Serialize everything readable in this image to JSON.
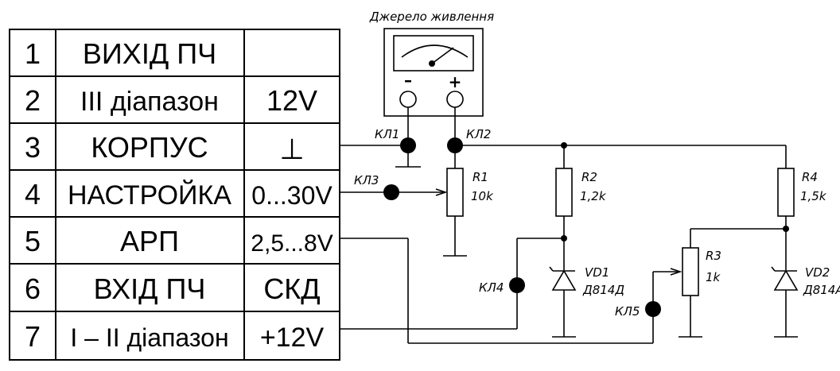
{
  "table": {
    "rows": [
      {
        "num": "1",
        "name": "ВИХІД ПЧ",
        "value": ""
      },
      {
        "num": "2",
        "name": "III діапазон",
        "value": "12V"
      },
      {
        "num": "3",
        "name": "КОРПУС",
        "value": "⊥"
      },
      {
        "num": "4",
        "name": "НАСТРОЙКА",
        "value": "0...30V"
      },
      {
        "num": "5",
        "name": "АРП",
        "value": "2,5...8V"
      },
      {
        "num": "6",
        "name": "ВХІД ПЧ",
        "value": "СКД"
      },
      {
        "num": "7",
        "name": "I – II діапазон",
        "value": "+12V"
      }
    ]
  },
  "power_supply": {
    "title": "Джерело живлення",
    "minus": "–",
    "plus": "+"
  },
  "clamps": {
    "kl1": "КЛ1",
    "kl2": "КЛ2",
    "kl3": "КЛ3",
    "kl4": "КЛ4",
    "kl5": "КЛ5"
  },
  "components": {
    "r1": {
      "ref": "R1",
      "value": "10k"
    },
    "r2": {
      "ref": "R2",
      "value": "1,2k"
    },
    "r3": {
      "ref": "R3",
      "value": "1k"
    },
    "r4": {
      "ref": "R4",
      "value": "1,5k"
    },
    "vd1": {
      "ref": "VD1",
      "value": "Д814Д"
    },
    "vd2": {
      "ref": "VD2",
      "value": "Д814А"
    }
  }
}
